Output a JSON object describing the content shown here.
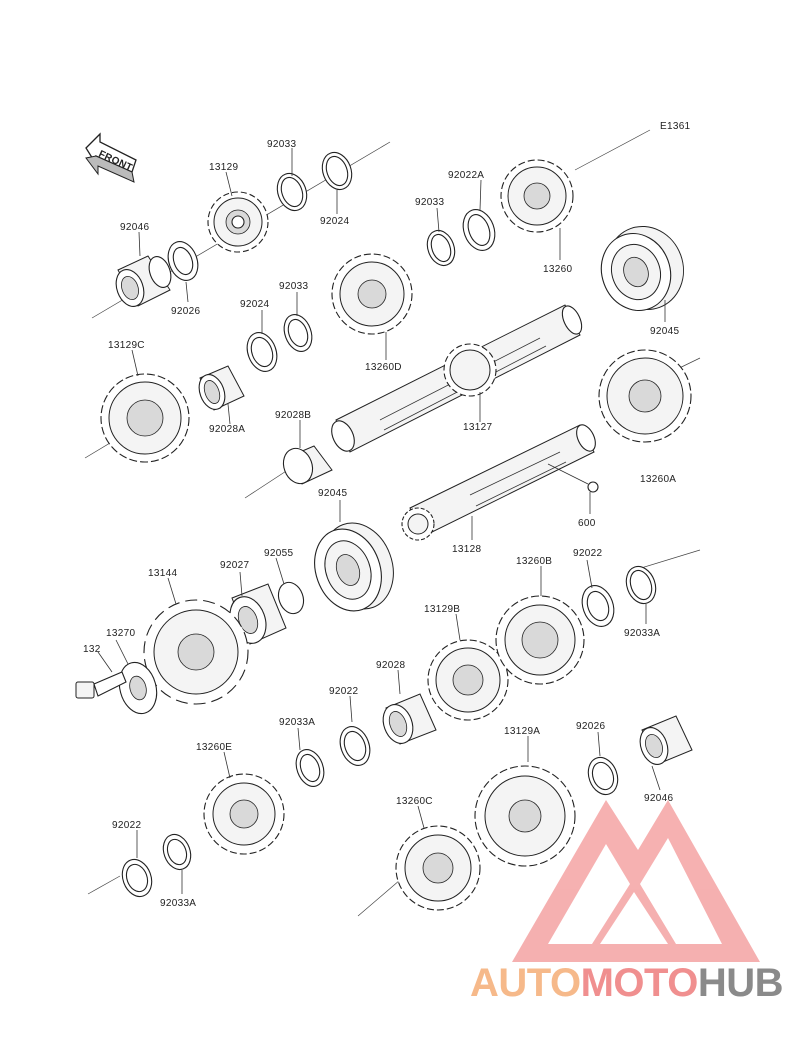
{
  "diagram_code": "E1361",
  "front_label": "FRONT",
  "labels": {
    "p13129": "13129",
    "p92033_a": "92033",
    "p92024_a": "92024",
    "p92022A": "92022A",
    "p92033_b": "92033",
    "p13260": "13260",
    "p92046_a": "92046",
    "p92026_a": "92026",
    "p92024_b": "92024",
    "p92033_c": "92033",
    "p13260D": "13260D",
    "p92045_a": "92045",
    "p13129C": "13129C",
    "p92028A": "92028A",
    "p92028B": "92028B",
    "p13127": "13127",
    "p13260A": "13260A",
    "p92045_b": "92045",
    "p600": "600",
    "p13128": "13128",
    "p13260B": "13260B",
    "p92022_a": "92022",
    "p13144": "13144",
    "p92027": "92027",
    "p92055": "92055",
    "p92033A_a": "92033A",
    "p13270": "13270",
    "p132": "132",
    "p13129B": "13129B",
    "p92028": "92028",
    "p92022_b": "92022",
    "p92033A_b": "92033A",
    "p13129A": "13129A",
    "p92026_b": "92026",
    "p13260E": "13260E",
    "p92046_b": "92046",
    "p13260C": "13260C",
    "p92022_c": "92022",
    "p92033A_c": "92033A"
  },
  "watermark": {
    "part1": "AUTO",
    "part2": "MOTO",
    "part3": "HUB",
    "color_light": "#f6b98a",
    "color_mid": "#f08f8f",
    "color_dark": "#8a8a8a",
    "triangle_color": "#f4a3a3"
  }
}
